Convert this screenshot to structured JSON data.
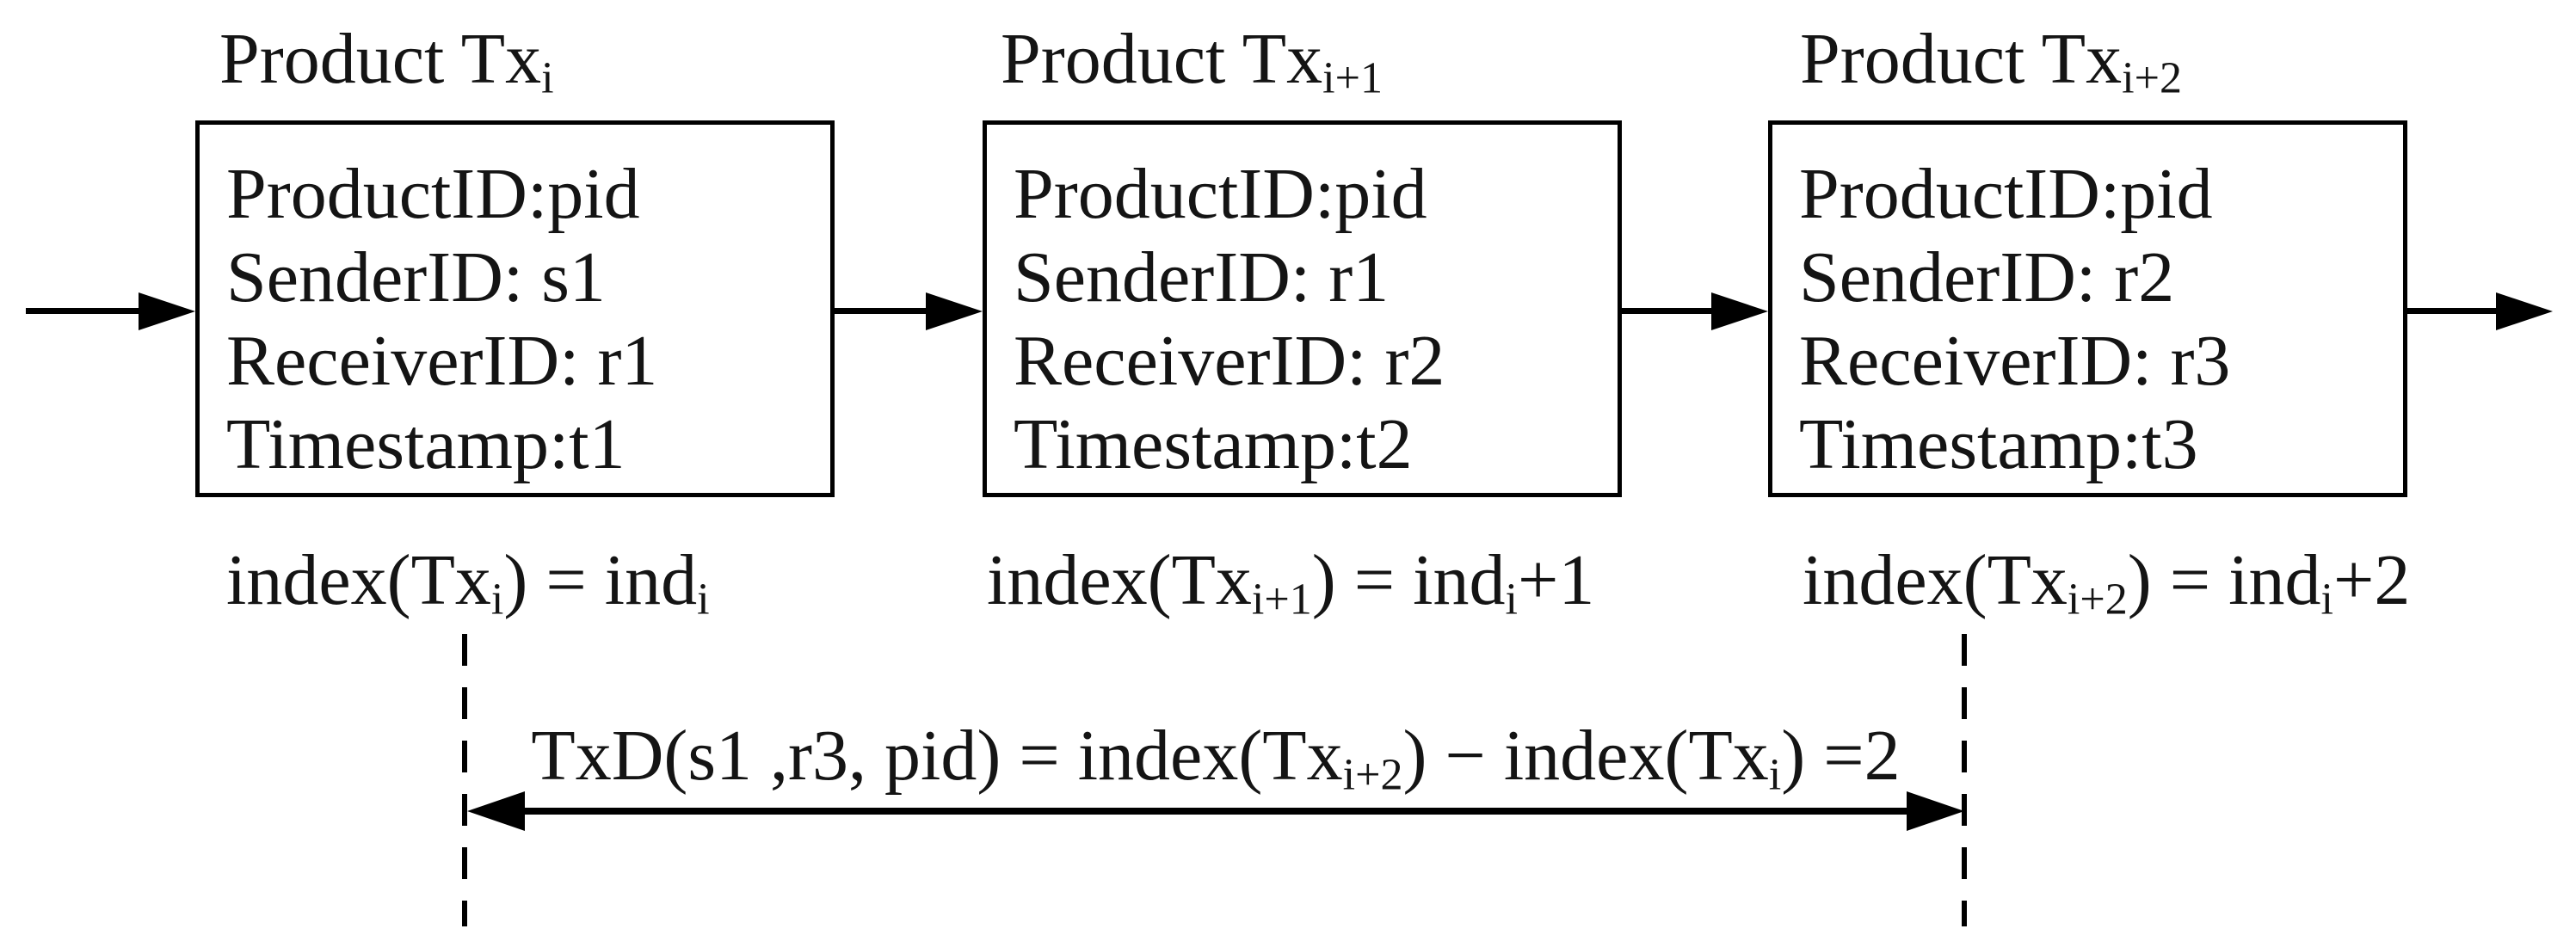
{
  "figure": {
    "background_color": "#ffffff",
    "ink_color": "#000000",
    "boxes": [
      {
        "title": {
          "text": "Product Tx",
          "subscript": "i"
        },
        "fields": [
          "ProductID:pid",
          "SenderID: s1",
          "ReceiverID: r1",
          "Timestamp:t1"
        ],
        "index_label": {
          "pre": "index(Tx",
          "sub1": "i",
          "mid": ") = ind",
          "sub2": "i",
          "post": ""
        }
      },
      {
        "title": {
          "text": "Product Tx",
          "subscript": "i+1"
        },
        "fields": [
          "ProductID:pid",
          "SenderID: r1",
          "ReceiverID: r2",
          "Timestamp:t2"
        ],
        "index_label": {
          "pre": "index(Tx",
          "sub1": "i+1",
          "mid": ") = ind",
          "sub2": "i",
          "post": "+1"
        }
      },
      {
        "title": {
          "text": "Product Tx",
          "subscript": "i+2"
        },
        "fields": [
          "ProductID:pid",
          "SenderID: r2",
          "ReceiverID: r3",
          "Timestamp:t3"
        ],
        "index_label": {
          "pre": "index(Tx",
          "sub1": "i+2",
          "mid": ") = ind",
          "sub2": "i",
          "post": "+2"
        }
      }
    ],
    "distance_annotation": {
      "pre": "TxD(s1 ,r3, pid) = index(Tx",
      "sub1": "i+2",
      "mid": ") − index(Tx",
      "sub2": "i",
      "post": ") =2"
    }
  }
}
